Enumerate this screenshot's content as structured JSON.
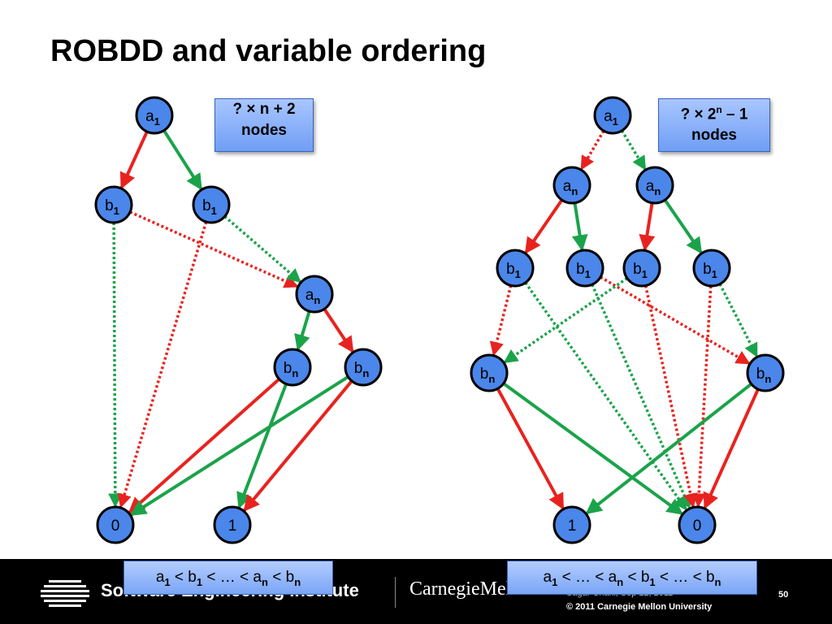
{
  "slide": {
    "title": "ROBDD and variable ordering",
    "page_number": "50"
  },
  "left_diagram": {
    "callout": {
      "line1": "? × n + 2",
      "line2": "nodes"
    },
    "ordering": [
      "a",
      "1",
      " < b",
      "1",
      " < … < a",
      "n",
      " < b",
      "n"
    ],
    "nodes": [
      {
        "id": "a1",
        "var": "a",
        "sub": "1"
      },
      {
        "id": "b1l",
        "var": "b",
        "sub": "1"
      },
      {
        "id": "b1r",
        "var": "b",
        "sub": "1"
      },
      {
        "id": "an",
        "var": "a",
        "sub": "n"
      },
      {
        "id": "bnl",
        "var": "b",
        "sub": "n"
      },
      {
        "id": "bnr",
        "var": "b",
        "sub": "n"
      },
      {
        "id": "z",
        "label": "0"
      },
      {
        "id": "o",
        "label": "1"
      }
    ],
    "edges": [
      {
        "from": "a1",
        "to": "b1l",
        "kind": "low-solid"
      },
      {
        "from": "a1",
        "to": "b1r",
        "kind": "high-solid"
      },
      {
        "from": "b1l",
        "to": "an",
        "kind": "low-dotted"
      },
      {
        "from": "b1l",
        "to": "z",
        "kind": "high-dotted"
      },
      {
        "from": "b1r",
        "to": "z",
        "kind": "low-dotted"
      },
      {
        "from": "b1r",
        "to": "an",
        "kind": "high-dotted"
      },
      {
        "from": "an",
        "to": "bnl",
        "kind": "high-solid"
      },
      {
        "from": "an",
        "to": "bnr",
        "kind": "low-solid"
      },
      {
        "from": "bnl",
        "to": "z",
        "kind": "low-solid"
      },
      {
        "from": "bnl",
        "to": "o",
        "kind": "high-solid"
      },
      {
        "from": "bnr",
        "to": "z",
        "kind": "high-solid"
      },
      {
        "from": "bnr",
        "to": "o",
        "kind": "low-solid"
      }
    ]
  },
  "right_diagram": {
    "callout": {
      "line1": "? × 2",
      "sup": "n",
      "line1b": " – 1",
      "line2": "nodes"
    },
    "ordering": [
      "a",
      "1",
      " < … < a",
      "n",
      " < b",
      "1",
      " < … < b",
      "n"
    ],
    "nodes": [
      {
        "id": "a1",
        "var": "a",
        "sub": "1"
      },
      {
        "id": "anl",
        "var": "a",
        "sub": "n"
      },
      {
        "id": "anr",
        "var": "a",
        "sub": "n"
      },
      {
        "id": "b1a",
        "var": "b",
        "sub": "1"
      },
      {
        "id": "b1b",
        "var": "b",
        "sub": "1"
      },
      {
        "id": "b1c",
        "var": "b",
        "sub": "1"
      },
      {
        "id": "b1d",
        "var": "b",
        "sub": "1"
      },
      {
        "id": "bnl",
        "var": "b",
        "sub": "n"
      },
      {
        "id": "bnr",
        "var": "b",
        "sub": "n"
      },
      {
        "id": "o",
        "label": "1"
      },
      {
        "id": "z",
        "label": "0"
      }
    ],
    "edges": [
      {
        "from": "a1",
        "to": "anl",
        "kind": "low-dotted"
      },
      {
        "from": "a1",
        "to": "anr",
        "kind": "high-dotted"
      },
      {
        "from": "anl",
        "to": "b1a",
        "kind": "low-solid"
      },
      {
        "from": "anl",
        "to": "b1b",
        "kind": "high-solid"
      },
      {
        "from": "anr",
        "to": "b1c",
        "kind": "low-solid"
      },
      {
        "from": "anr",
        "to": "b1d",
        "kind": "high-solid"
      },
      {
        "from": "b1a",
        "to": "bnl",
        "kind": "low-dotted"
      },
      {
        "from": "b1a",
        "to": "z",
        "kind": "high-dotted"
      },
      {
        "from": "b1b",
        "to": "bnr",
        "kind": "low-dotted"
      },
      {
        "from": "b1b",
        "to": "z",
        "kind": "high-dotted"
      },
      {
        "from": "b1c",
        "to": "bnl",
        "kind": "high-dotted"
      },
      {
        "from": "b1c",
        "to": "z",
        "kind": "low-dotted"
      },
      {
        "from": "b1d",
        "to": "bnr",
        "kind": "high-dotted"
      },
      {
        "from": "b1d",
        "to": "z",
        "kind": "low-dotted"
      },
      {
        "from": "bnl",
        "to": "o",
        "kind": "low-solid"
      },
      {
        "from": "bnl",
        "to": "z",
        "kind": "high-solid"
      },
      {
        "from": "bnr",
        "to": "o",
        "kind": "high-solid"
      },
      {
        "from": "bnr",
        "to": "z",
        "kind": "low-solid"
      }
    ]
  },
  "footer": {
    "sei_name": "Software Engineering Institute",
    "cmu_name": "CarnegieMellon",
    "author_date": "Sagar Chaki, Sep 12, 2011",
    "copyright": "© 2011 Carnegie Mellon University"
  },
  "colors": {
    "low_edge": "#e8231f",
    "high_edge": "#1ba34a",
    "node_fill": "#4b86ea",
    "node_stroke": "#000000",
    "callout_border": "#3b63b8",
    "footer_bg": "#000000"
  }
}
